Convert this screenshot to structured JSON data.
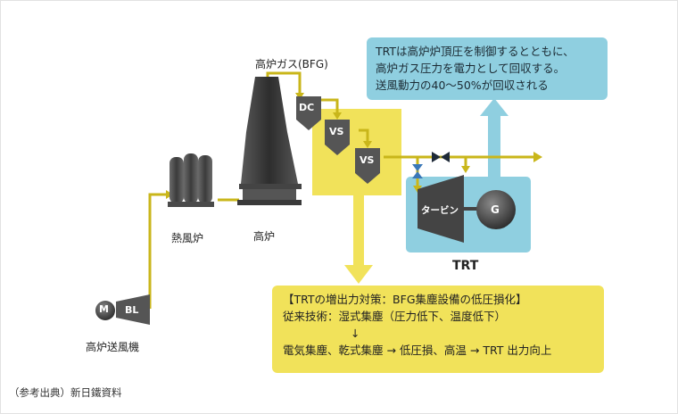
{
  "labels": {
    "blower": "高炉送風機",
    "hot_stove": "熱風炉",
    "furnace": "高炉",
    "bfg": "高炉ガス(BFG)",
    "trt": "TRT",
    "dc": "DC",
    "vs1": "VS",
    "vs2": "VS",
    "motor": "M",
    "bl": "BL",
    "turbine": "タービン",
    "generator": "G"
  },
  "note": {
    "lines": [
      "TRTは高炉炉頂圧を制御するとともに、",
      "高炉ガス圧力を電力として回収する。",
      "送風動力の40～50%が回収される"
    ]
  },
  "measures": {
    "title": "【TRTの増出力対策：BFG集塵設備の低圧損化】",
    "conventional": "従来技術：湿式集塵（圧力低下、温度低下）",
    "arrow": "↓",
    "improved": "電気集塵、乾式集塵 → 低圧損、高温 → TRT 出力向上"
  },
  "source": "（参考出典）新日鐵資料",
  "colors": {
    "pipe": "#c9b61a",
    "trt_blue": "#8fcfe0",
    "highlight_yellow": "#f1e25a",
    "equipment_dark": "#3a3a3a"
  }
}
